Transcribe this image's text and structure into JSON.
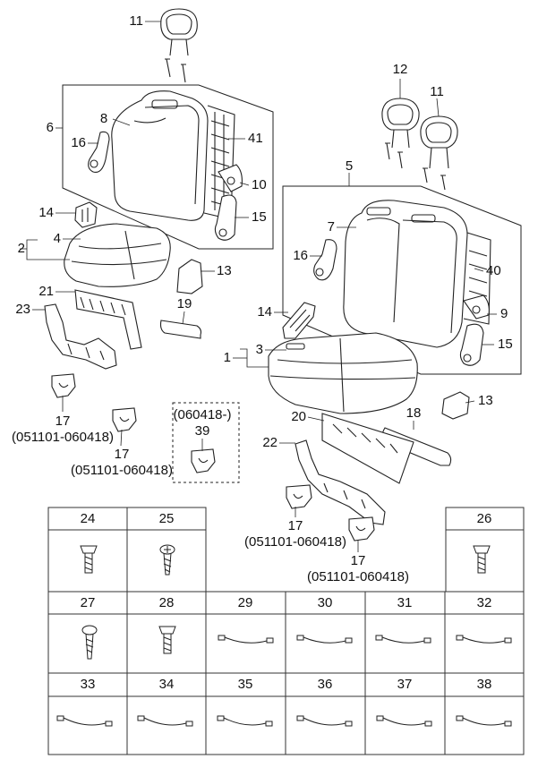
{
  "callouts": {
    "c1": "1",
    "c2": "2",
    "c3": "3",
    "c4": "4",
    "c5": "5",
    "c6": "6",
    "c7": "7",
    "c8": "8",
    "c9": "9",
    "c10": "10",
    "c11a": "11",
    "c11b": "11",
    "c12": "12",
    "c13a": "13",
    "c13b": "13",
    "c14a": "14",
    "c14b": "14",
    "c15a": "15",
    "c15b": "15",
    "c16a": "16",
    "c16b": "16",
    "c17a": "17",
    "c17b": "17",
    "c17c": "17",
    "c17d": "17",
    "c18": "18",
    "c19": "19",
    "c20": "20",
    "c21": "21",
    "c22": "22",
    "c23": "23",
    "c39": "39",
    "c40": "40",
    "c41": "41"
  },
  "notes": {
    "n17a": "(051101-060418)",
    "n17b": "(051101-060418)",
    "n17c": "(051101-060418)",
    "n17d": "(051101-060418)",
    "n39": "(060418-)"
  },
  "parts_table": {
    "row1": [
      "24",
      "25",
      "26"
    ],
    "row2": [
      "27",
      "28",
      "29",
      "30",
      "31",
      "32"
    ],
    "row3": [
      "33",
      "34",
      "35",
      "36",
      "37",
      "38"
    ]
  },
  "icons": [
    "headrest-icon",
    "seat-back-icon",
    "seat-cushion-icon",
    "bracket-icon",
    "bolt-icon",
    "wire-icon"
  ]
}
